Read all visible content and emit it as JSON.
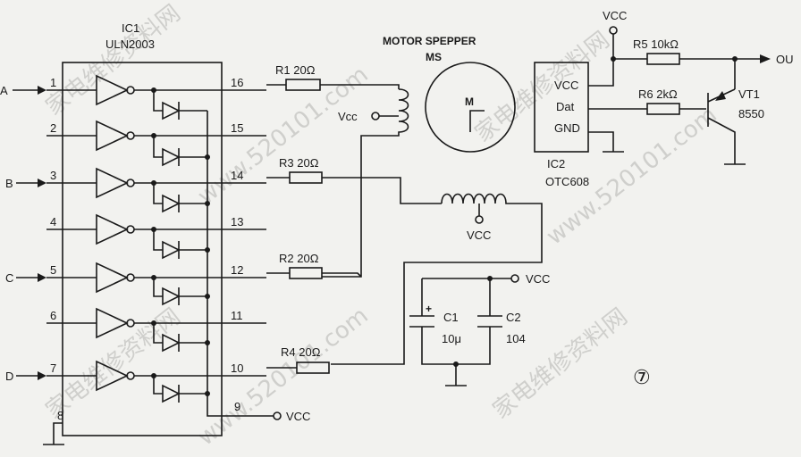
{
  "watermarks": [
    "家电维修资料网",
    "www.520101.com"
  ],
  "ic1": {
    "name": "IC1",
    "part": "ULN2003"
  },
  "inputs": {
    "a": "A",
    "b": "B",
    "c": "C",
    "d": "D"
  },
  "pins_left": [
    "1",
    "2",
    "3",
    "4",
    "5",
    "6",
    "7",
    "8"
  ],
  "pins_right": [
    "16",
    "15",
    "14",
    "13",
    "12",
    "11",
    "10",
    "9"
  ],
  "motor": {
    "title": "MOTOR SPEPPER",
    "name": "MS",
    "letter": "M"
  },
  "resistors": {
    "r1": "R1  20Ω",
    "r2": "R2  20Ω",
    "r3": "R3  20Ω",
    "r4": "R4  20Ω",
    "r5": "R5  10kΩ",
    "r6": "R6  2kΩ"
  },
  "vcc": {
    "motor_top": "Vcc",
    "motor_mid": "VCC",
    "caps": "VCC",
    "pin9": "VCC",
    "ic2": "VCC"
  },
  "caps": {
    "c1": "C1",
    "c1_val": "10μ",
    "c2": "C2",
    "c2_val": "104",
    "plus": "+"
  },
  "ic2": {
    "pin_vcc": "VCC",
    "pin_dat": "Dat",
    "pin_gnd": "GND",
    "name": "IC2",
    "part": "OTC608"
  },
  "transistor": {
    "name": "VT1",
    "part": "8550"
  },
  "output": {
    "label": "OU"
  },
  "figure_number": "⑦"
}
